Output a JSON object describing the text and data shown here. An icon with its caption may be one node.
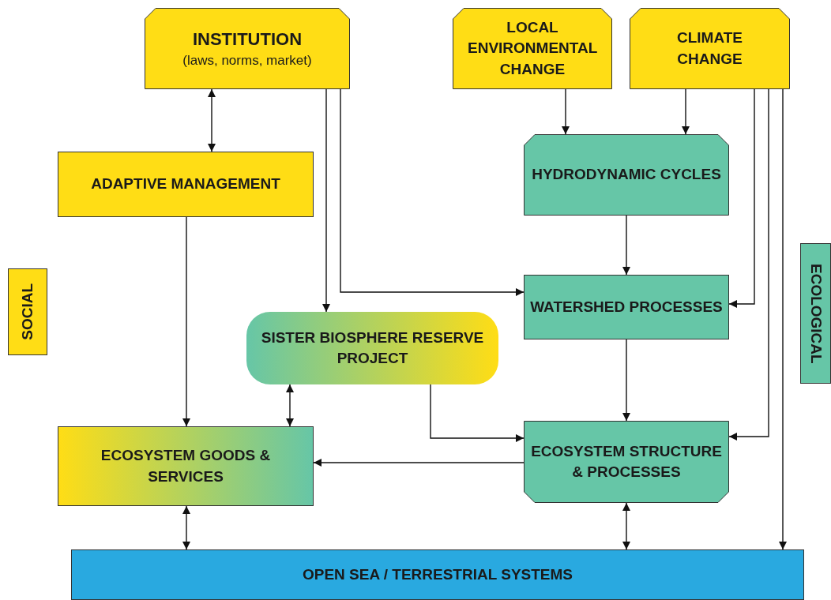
{
  "diagram": {
    "nodes": [
      {
        "text": [
          "INSTITUTION",
          "(laws, norms, market)"
        ]
      },
      {
        "text": [
          "LOCAL ENVIRONMENTAL CHANGE"
        ]
      },
      {
        "text": [
          "CLIMATE CHANGE"
        ]
      },
      {
        "text": [
          "ADAPTIVE MANAGEMENT"
        ]
      },
      {
        "text": [
          "HYDRODYNAMIC CYCLES"
        ]
      },
      {
        "text": [
          "SOCIAL"
        ]
      },
      {
        "text": [
          "WATERSHED PROCESSES"
        ]
      },
      {
        "text": [
          "ECOLOGICAL"
        ]
      },
      {
        "text": [
          "SISTER BIOSPHERE RESERVE PROJECT"
        ]
      },
      {
        "text": [
          "ECOSYSTEM GOODS & SERVICES"
        ]
      },
      {
        "text": [
          "ECOSYSTEM STRUCTURE & PROCESSES"
        ]
      },
      {
        "text": [
          "OPEN SEA / TERRESTRIAL SYSTEMS"
        ]
      }
    ],
    "edges": [
      {
        "from": 0,
        "to": 3,
        "arrow": "both"
      },
      {
        "from": 0,
        "to": 8,
        "arrow": "to"
      },
      {
        "from": 0,
        "to": 6,
        "arrow": "to"
      },
      {
        "from": 1,
        "to": 4,
        "arrow": "to"
      },
      {
        "from": 2,
        "to": 4,
        "arrow": "to"
      },
      {
        "from": 2,
        "to": 6,
        "arrow": "to"
      },
      {
        "from": 2,
        "to": 10,
        "arrow": "to"
      },
      {
        "from": 2,
        "to": 11,
        "arrow": "to"
      },
      {
        "from": 4,
        "to": 6,
        "arrow": "to"
      },
      {
        "from": 6,
        "to": 10,
        "arrow": "to"
      },
      {
        "from": 3,
        "to": 9,
        "arrow": "to"
      },
      {
        "from": 8,
        "to": 9,
        "arrow": "both"
      },
      {
        "from": 8,
        "to": 10,
        "arrow": "to"
      },
      {
        "from": 10,
        "to": 9,
        "arrow": "to"
      },
      {
        "from": 9,
        "to": 11,
        "arrow": "both"
      },
      {
        "from": 10,
        "to": 11,
        "arrow": "both"
      }
    ]
  }
}
